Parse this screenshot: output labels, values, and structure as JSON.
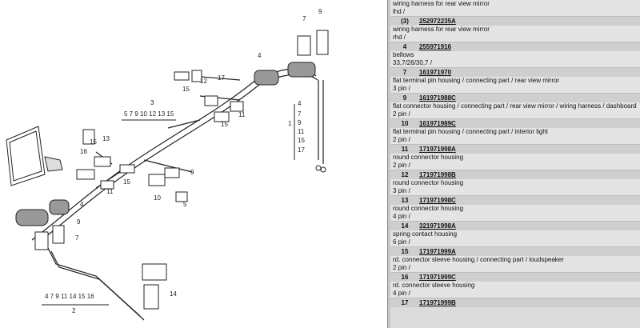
{
  "partial_top": {
    "description": "wiring harness for rear view mirror",
    "spec": "lhd /"
  },
  "parts": [
    {
      "pos": "(3)",
      "number": "252972235A",
      "description": "wiring harness for rear view mirror",
      "spec": "rhd /"
    },
    {
      "pos": "4",
      "number": "255971916",
      "description": "bellows",
      "spec": "33,7/26/30,7 /"
    },
    {
      "pos": "7",
      "number": "161971970",
      "description": "flat terminal pin housing / connecting part / rear view mirror",
      "spec": "3 pin /"
    },
    {
      "pos": "9",
      "number": "161971988C",
      "description": "flat connector housing / connecting part / rear view mirror / wiring harness / dashboard",
      "spec": "2 pin /"
    },
    {
      "pos": "10",
      "number": "161971989C",
      "description": "flat terminal pin housing / connecting part / interior light",
      "spec": "2 pin /"
    },
    {
      "pos": "11",
      "number": "171971998A",
      "description": "round connector housing",
      "spec": "2 pin /"
    },
    {
      "pos": "12",
      "number": "171971998B",
      "description": "round connector housing",
      "spec": "3 pin /"
    },
    {
      "pos": "13",
      "number": "171971998C",
      "description": "round connector housing",
      "spec": "4 pin /"
    },
    {
      "pos": "14",
      "number": "321971998A",
      "description": "spring contact housing",
      "spec": "6 pin /"
    },
    {
      "pos": "15",
      "number": "171971999A",
      "description": "rd. connector sleeve housing / connecting part / loudspeaker",
      "spec": "2 pin /"
    },
    {
      "pos": "16",
      "number": "171971999C",
      "description": "rd. connector sleeve housing",
      "spec": "4 pin /"
    },
    {
      "pos": "17",
      "number": "171971999B",
      "description": "",
      "spec": ""
    }
  ],
  "diagram": {
    "callouts": {
      "c7": "7",
      "c9": "9",
      "c4a": "4",
      "c12": "12",
      "c17a": "17",
      "c15a": "15",
      "c15b": "15",
      "c11a": "11",
      "c16": "16",
      "c13": "13",
      "c15c": "15",
      "c11b": "11",
      "c15d": "15",
      "c9b": "9",
      "c10": "10",
      "c5": "5",
      "c4b": "4",
      "c9c": "9",
      "c7b": "7",
      "c14": "14"
    },
    "group_top_label": "3",
    "group_top_list": "5 7 9 10 12 13 15",
    "group_right_main": "1",
    "group_right_list": [
      "4",
      "7",
      "9",
      "11",
      "15",
      "17"
    ],
    "group_bottom_label": "2",
    "group_bottom_list": "4 7 9 11 14 15 16"
  }
}
